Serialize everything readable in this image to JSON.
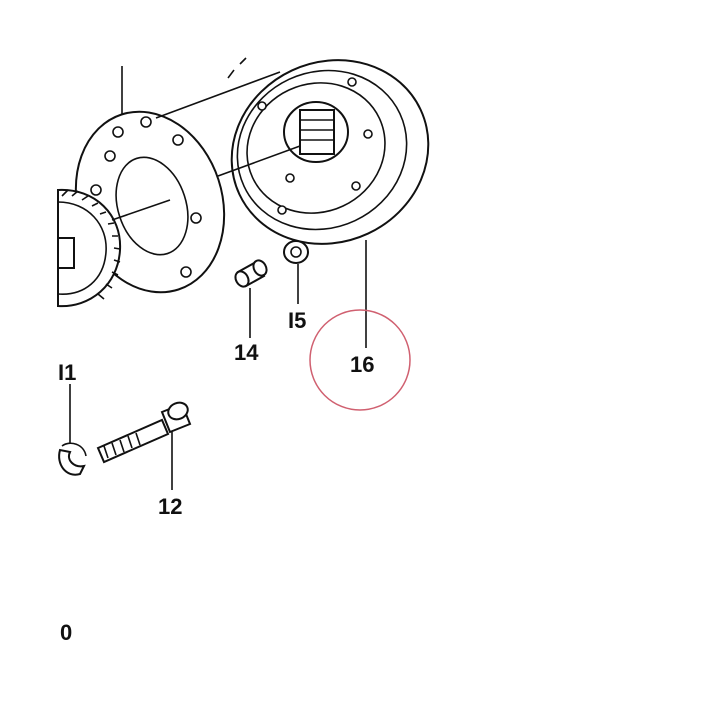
{
  "labels": {
    "part_11": "I1",
    "part_12": "12",
    "part_14": "14",
    "part_15": "I5",
    "part_16": "16",
    "part_0": "0"
  },
  "colors": {
    "line": "#111111",
    "highlight_circle": "#d06070",
    "background": "#ffffff"
  }
}
